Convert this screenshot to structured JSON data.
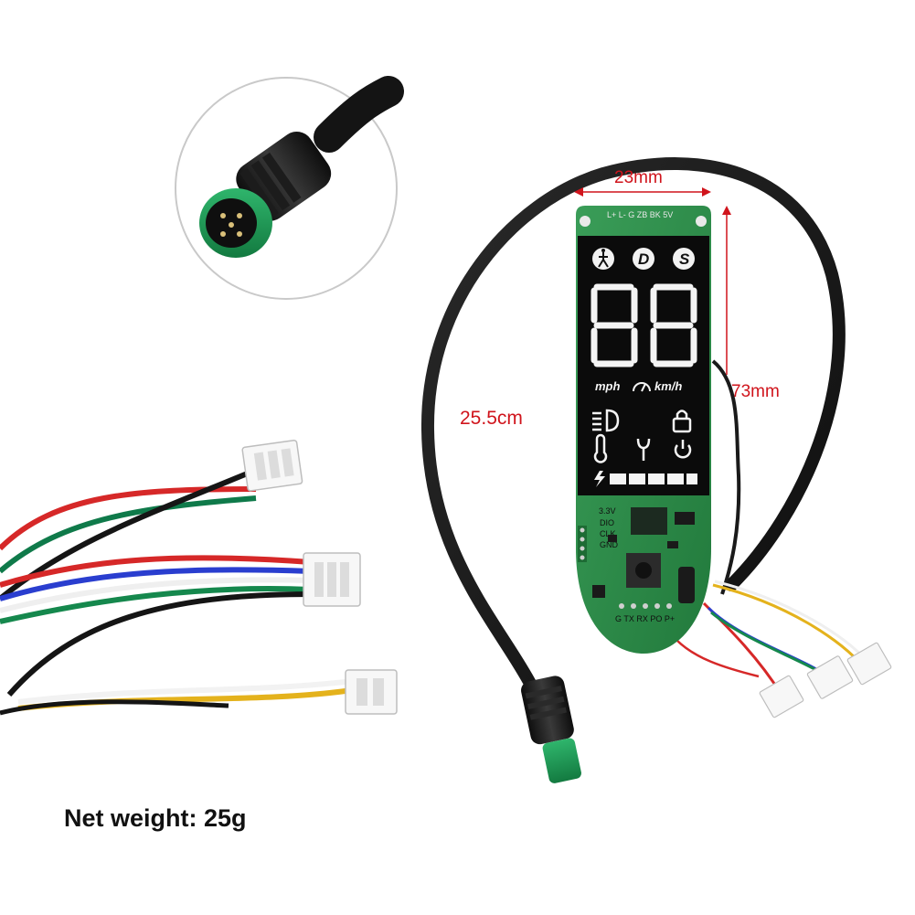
{
  "dimensions": {
    "width_label": "23mm",
    "height_label": "73mm",
    "cable_label": "25.5cm"
  },
  "caption": "Net weight: 25g",
  "display": {
    "speed_digits": "88",
    "unit_mph": "mph",
    "unit_kmh": "km/h",
    "mode_d": "D",
    "mode_s": "S"
  },
  "pcb_labels": {
    "top_pins": "L+ L- G ZB BK 5V",
    "side_pins": [
      "3.3V",
      "DIO",
      "CLK",
      "GND"
    ],
    "bottom_pins": "G TX RX PO P+"
  },
  "colors": {
    "pcb_green": "#2c8a4a",
    "connector_green": "#1f9a58",
    "cable_black": "#151515",
    "dimension_red": "#d0141c"
  },
  "icons": [
    "pedestrian-icon",
    "headlight-icon",
    "lock-icon",
    "temperature-icon",
    "wrench-icon",
    "power-icon",
    "battery-icon",
    "speedometer-icon"
  ]
}
